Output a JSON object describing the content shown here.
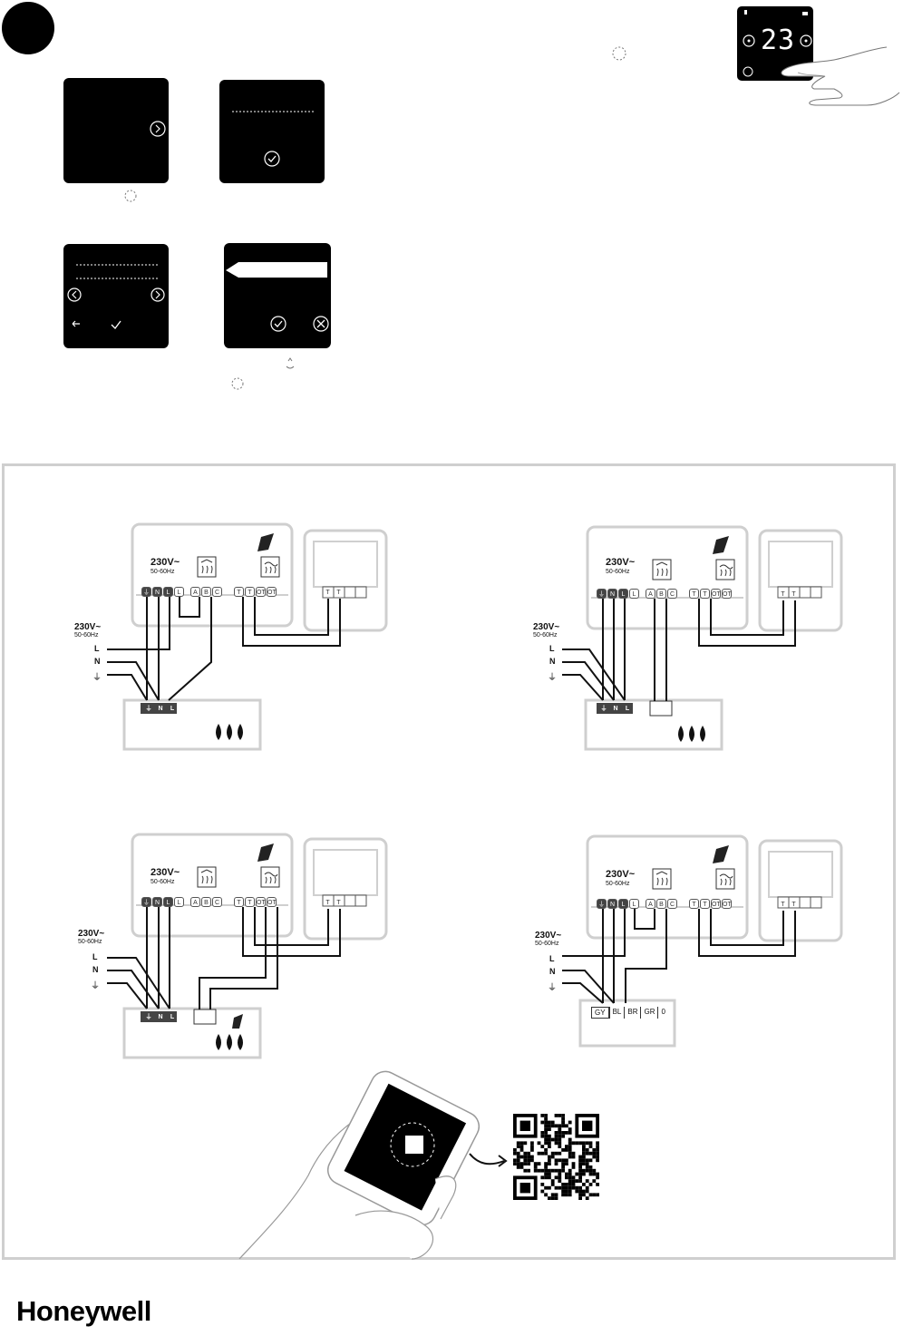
{
  "brand": {
    "name": "Honeywell"
  },
  "thermostat_display": {
    "temperature": "23"
  },
  "wiring": {
    "supply_voltage": "230V~",
    "supply_freq_d1": "50-60Hz",
    "supply_freq_d2": "50-60Hz",
    "supply_freq_d3": "50-60Hz",
    "supply_freq_d4": "50-60Hz",
    "mains_L": "L",
    "mains_N": "N",
    "earth_symbol": "⏚",
    "terminals": {
      "earth": "⏚",
      "N": "N",
      "L1": "L",
      "L2": "L",
      "A": "A",
      "B": "B",
      "C": "C",
      "T1": "T",
      "T2": "T",
      "OT1": "OT",
      "OT2": "OT"
    },
    "boiler_terminals_d4": [
      "GY",
      "BL",
      "BR",
      "GR",
      "0"
    ]
  },
  "colors": {
    "dark": "#000000",
    "grey_line": "#cfcfcf",
    "terminal_fill": "#444444"
  }
}
